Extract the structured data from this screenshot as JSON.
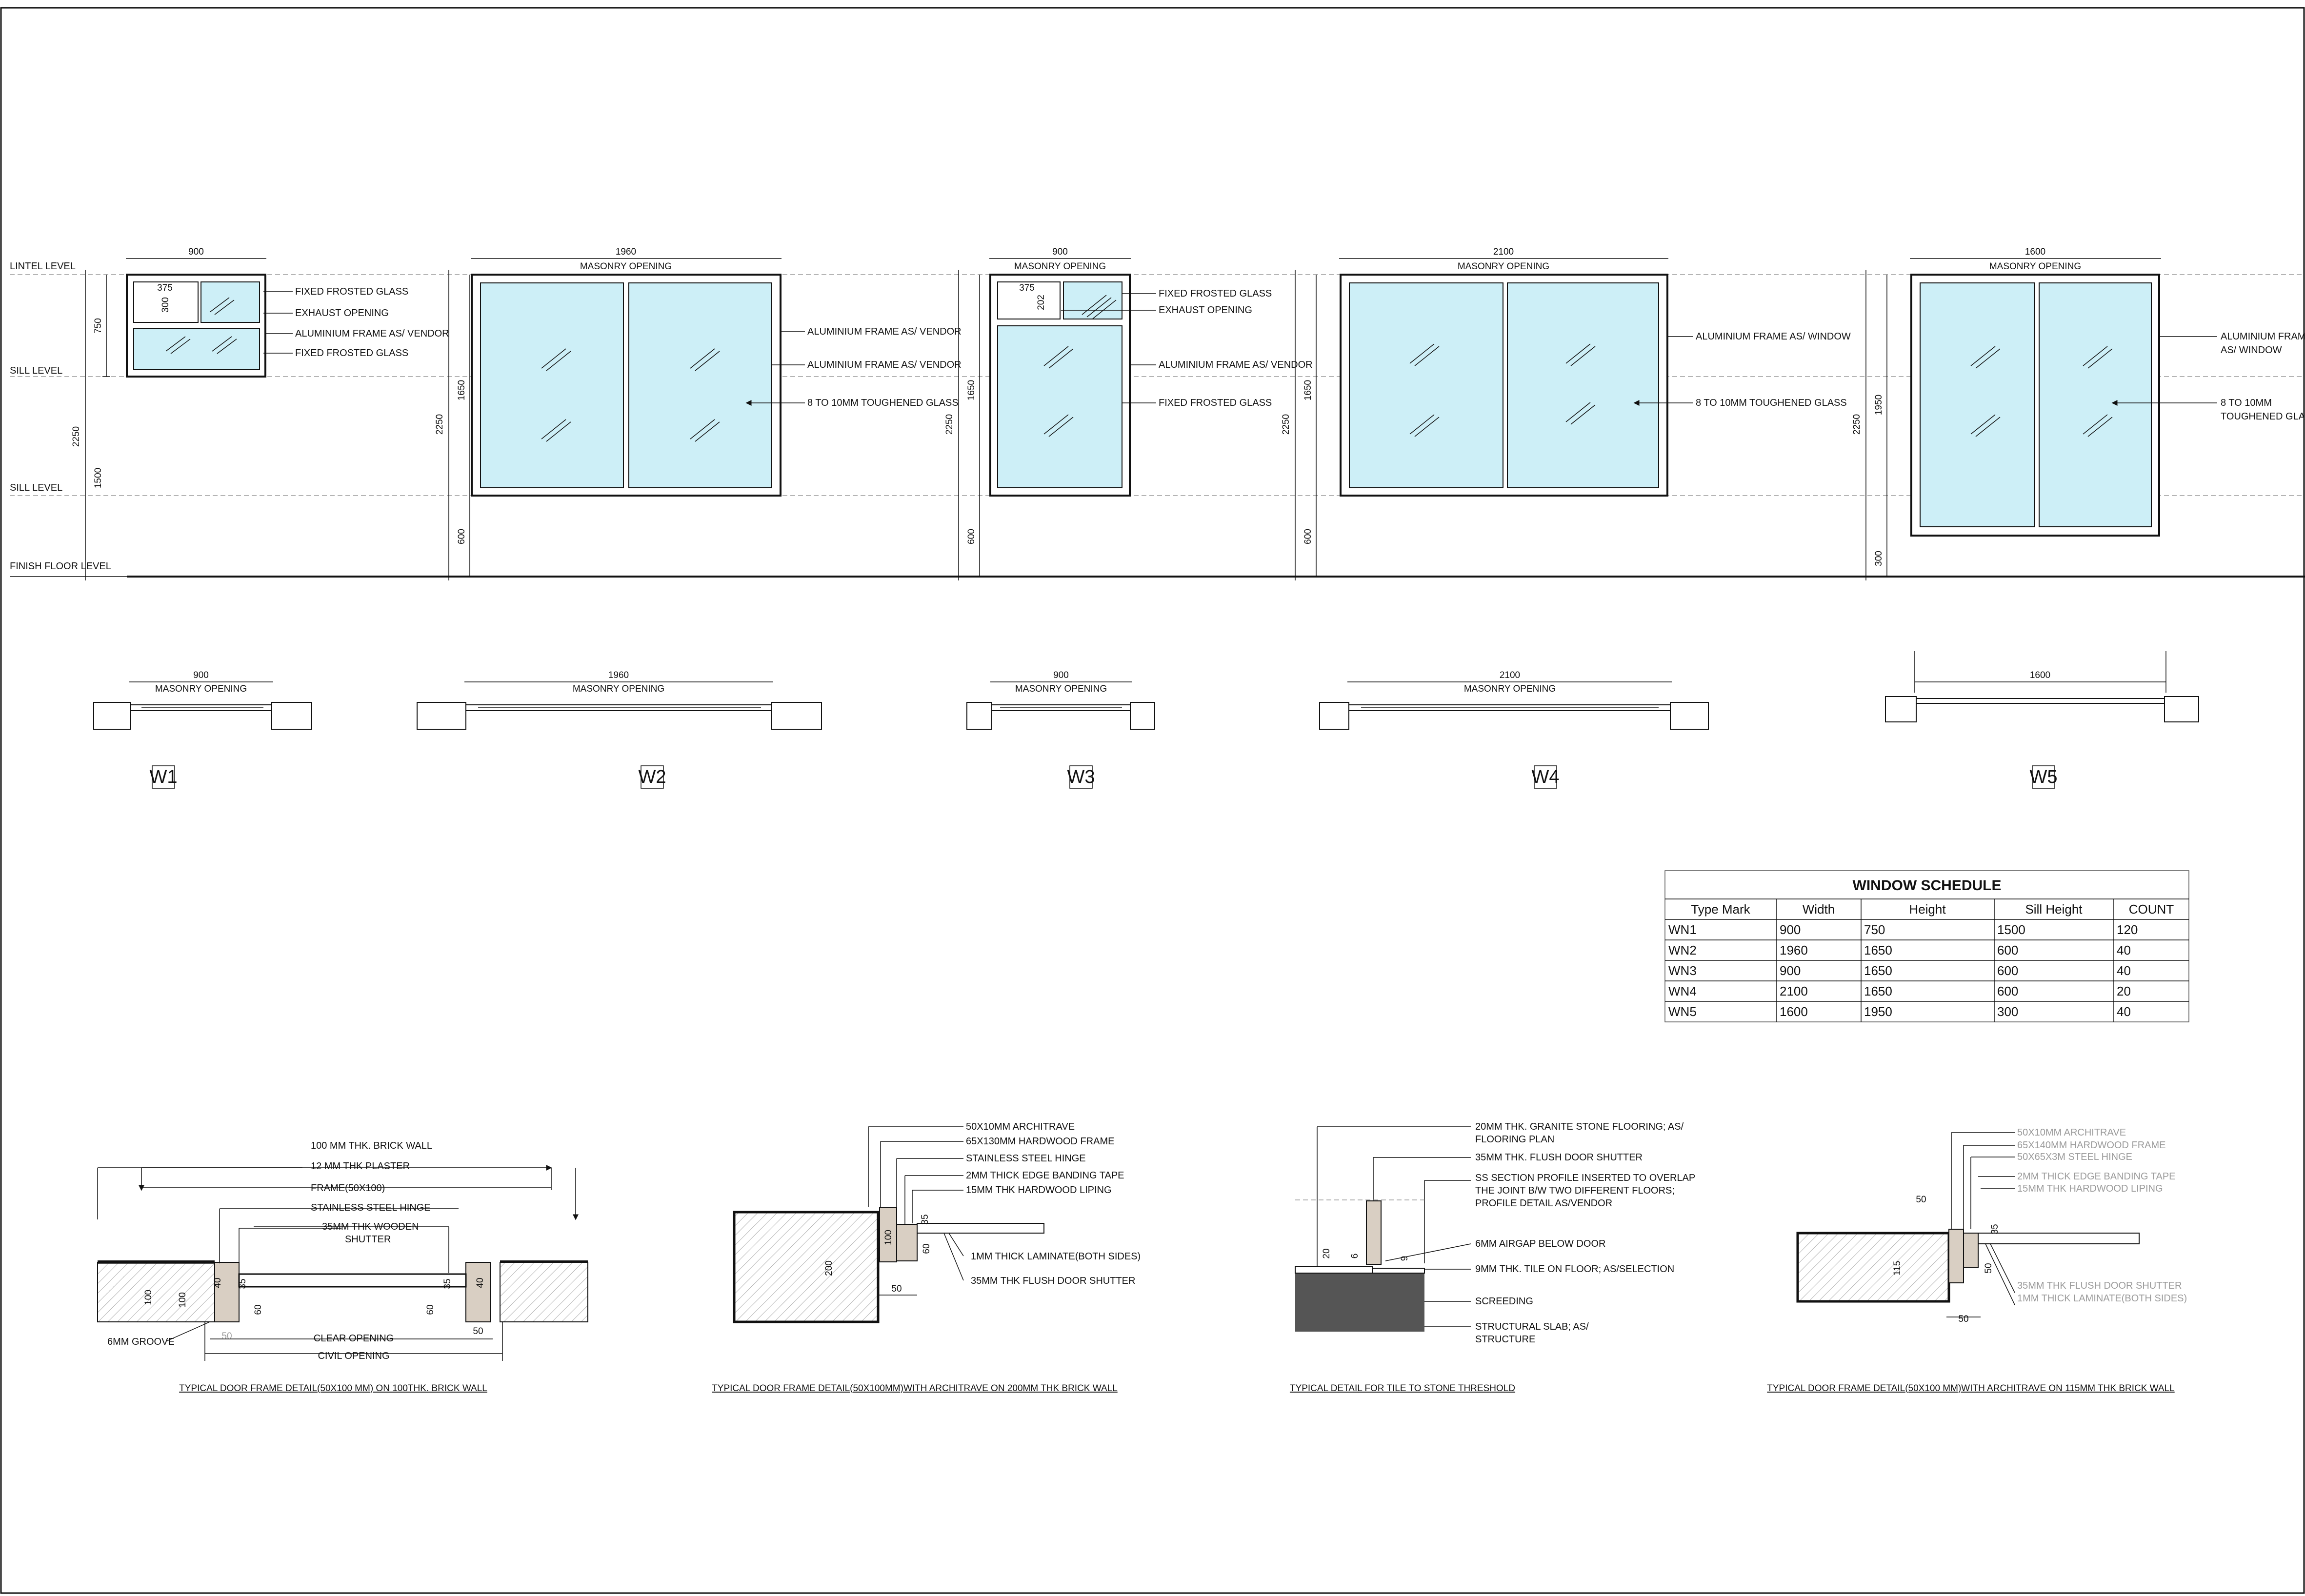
{
  "levels": {
    "lintel": "LINTEL LEVEL",
    "sill": "SILL LEVEL",
    "ffl": "FINISH FLOOR LEVEL"
  },
  "labels": {
    "masonry_opening": "MASONRY OPENING",
    "fixed_frosted_glass": "FIXED FROSTED GLASS",
    "exhaust_opening": "EXHAUST OPENING",
    "alu_frame_vendor": "ALUMINIUM FRAME AS/ VENDOR",
    "alu_frame_window": "ALUMINIUM FRAME AS/ WINDOW",
    "alu_frame_l1": "ALUMINIUM FRAME",
    "alu_frame_l2": "AS/ WINDOW",
    "toughened_glass": "8 TO 10MM TOUGHENED GLASS",
    "toughened_l1": "8 TO 10MM",
    "toughened_l2": "TOUGHENED GLASS"
  },
  "windows": [
    {
      "tag": "W1",
      "width": "900",
      "height_total": "2250",
      "height_win": "750",
      "sill": "1500",
      "sub_w": "375",
      "sub_h": "300"
    },
    {
      "tag": "W2",
      "width": "1960",
      "height_total": "2250",
      "height_win": "1650",
      "sill": "600"
    },
    {
      "tag": "W3",
      "width": "900",
      "height_total": "2250",
      "height_win": "1650",
      "sill": "600",
      "sub_w": "375",
      "sub_h": "202"
    },
    {
      "tag": "W4",
      "width": "2100",
      "height_total": "2250",
      "height_win": "1650",
      "sill": "600"
    },
    {
      "tag": "W5",
      "width": "1600",
      "height_total": "2250",
      "height_win": "1950",
      "sill": "300"
    }
  ],
  "schedule": {
    "title": "WINDOW SCHEDULE",
    "headers": [
      "Type Mark",
      "Width",
      "Height",
      "Sill Height",
      "COUNT"
    ],
    "rows": [
      [
        "WN1",
        "900",
        "750",
        "1500",
        "120"
      ],
      [
        "WN2",
        "1960",
        "1650",
        "600",
        "40"
      ],
      [
        "WN3",
        "900",
        "1650",
        "600",
        "40"
      ],
      [
        "WN4",
        "2100",
        "1650",
        "600",
        "20"
      ],
      [
        "WN5",
        "1600",
        "1950",
        "300",
        "40"
      ]
    ]
  },
  "detail1": {
    "caption": "TYPICAL DOOR FRAME DETAIL(50X100 MM) ON 100THK. BRICK WALL",
    "notes": [
      "100 MM THK. BRICK WALL",
      "12 MM THK PLASTER",
      "FRAME(50X100)",
      "STAINLESS STEEL HINGE",
      "35MM THK WOODEN",
      "SHUTTER"
    ],
    "groove": "6MM GROOVE",
    "clear": "CLEAR OPENING",
    "civil": "CIVIL OPENING",
    "dims": [
      "100",
      "100",
      "40",
      "40",
      "60",
      "60",
      "35",
      "35",
      "50",
      "50"
    ]
  },
  "detail2": {
    "caption": "TYPICAL DOOR FRAME DETAIL(50X100MM)WITH ARCHITRAVE ON 200MM THK BRICK WALL",
    "notes": [
      "50X10MM ARCHITRAVE",
      "65X130MM HARDWOOD FRAME",
      "STAINLESS STEEL HINGE",
      "2MM THICK EDGE BANDING TAPE",
      "15MM THK HARDWOOD LIPING",
      "1MM THICK LAMINATE(BOTH SIDES)",
      "35MM THK FLUSH DOOR SHUTTER"
    ],
    "dims": [
      "200",
      "100",
      "35",
      "60",
      "50"
    ]
  },
  "detail3": {
    "caption": "TYPICAL DETAIL FOR TILE TO STONE THRESHOLD",
    "notes": [
      "20MM THK. GRANITE STONE FLOORING; AS/",
      "FLOORING PLAN",
      "35MM THK. FLUSH DOOR SHUTTER",
      "SS SECTION PROFILE INSERTED TO OVERLAP",
      "THE JOINT B/W TWO DIFFERENT FLOORS;",
      "PROFILE DETAIL AS/VENDOR",
      "6MM AIRGAP BELOW DOOR",
      "9MM THK. TILE ON FLOOR; AS/SELECTION",
      "SCREEDING",
      "STRUCTURAL SLAB; AS/",
      "STRUCTURE"
    ],
    "dims": [
      "20",
      "6",
      "9"
    ]
  },
  "detail4": {
    "caption": "TYPICAL DOOR FRAME DETAIL(50X100 MM)WITH ARCHITRAVE ON 115MM THK BRICK WALL",
    "notes": [
      "50X10MM ARCHITRAVE",
      "65X140MM HARDWOOD FRAME",
      "50X65X3M STEEL HINGE",
      "2MM THICK EDGE BANDING TAPE",
      "15MM THK HARDWOOD LIPING",
      "35MM THK FLUSH DOOR SHUTTER",
      "1MM THICK LAMINATE(BOTH SIDES)"
    ],
    "dims": [
      "50",
      "35",
      "115",
      "50",
      "50"
    ]
  },
  "colors": {
    "glass": "#cdeff7",
    "wood": "#d9cfc3",
    "slab": "#555555"
  }
}
